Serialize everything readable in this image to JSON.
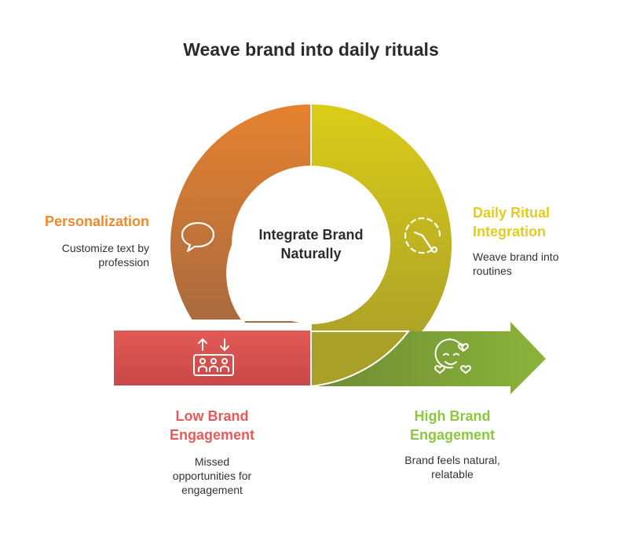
{
  "title": "Weave brand into daily rituals",
  "center": {
    "line1": "Integrate Brand",
    "line2": "Naturally"
  },
  "personalization": {
    "title": "Personalization",
    "desc_line1": "Customize text by",
    "desc_line2": "profession",
    "color": "#EE8A2E",
    "icon": "speech-bubble-icon"
  },
  "daily_ritual": {
    "title_line1": "Daily Ritual",
    "title_line2": "Integration",
    "desc_line1": "Weave brand into",
    "desc_line2": "routines",
    "color": "#E3CD1B",
    "icon": "clock-icon"
  },
  "low_engagement": {
    "title_line1": "Low Brand",
    "title_line2": "Engagement",
    "desc_line1": "Missed",
    "desc_line2": "opportunities for",
    "desc_line3": "engagement",
    "color": "#E85A5A",
    "icon": "people-exchange-icon"
  },
  "high_engagement": {
    "title_line1": "High Brand",
    "title_line2": "Engagement",
    "desc_line1": "Brand feels natural,",
    "desc_line2": "relatable",
    "color": "#8DC63F",
    "icon": "smiley-hearts-icon"
  }
}
